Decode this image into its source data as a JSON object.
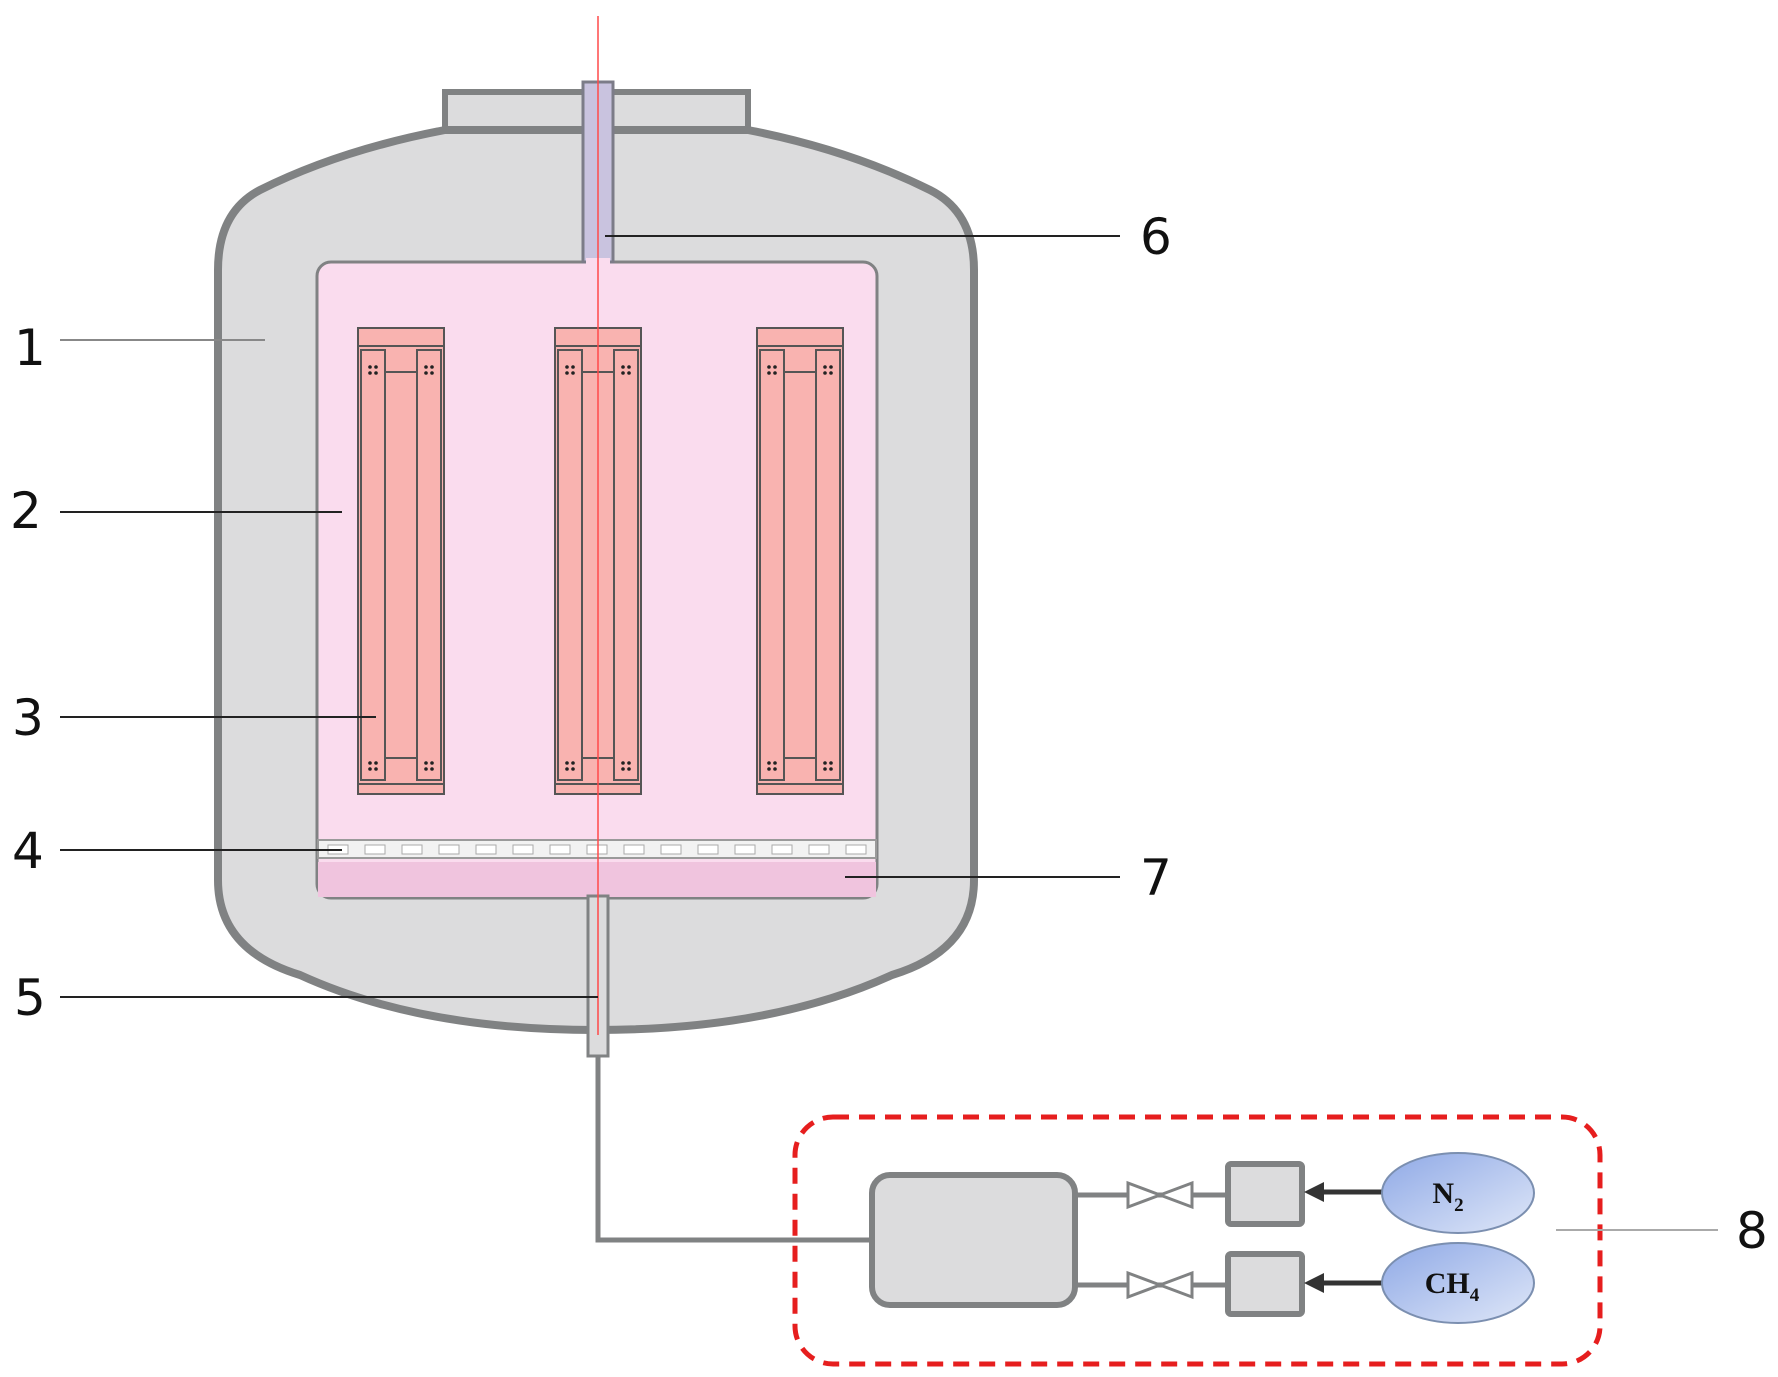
{
  "callouts": {
    "c1": "1",
    "c2": "2",
    "c3": "3",
    "c4": "4",
    "c5": "5",
    "c6": "6",
    "c7": "7",
    "c8": "8"
  },
  "gases": {
    "n2": {
      "symbol": "N",
      "subscript": "2"
    },
    "ch4": {
      "symbol": "CH",
      "subscript": "4"
    }
  },
  "colors": {
    "vessel_fill": "#dcdcdd",
    "vessel_stroke": "#808283",
    "chamber_fill": "#fadcee",
    "heater_fill": "#f9b3b0",
    "bottom_zone": "#f0c4de",
    "axis_line": "#ff4a4a",
    "gas_box_border": "#e61e1e",
    "gas_ellipse": "#a7bfec"
  },
  "icons": {
    "valve": "bowtie-valve-icon",
    "arrow": "arrow-left-icon"
  }
}
